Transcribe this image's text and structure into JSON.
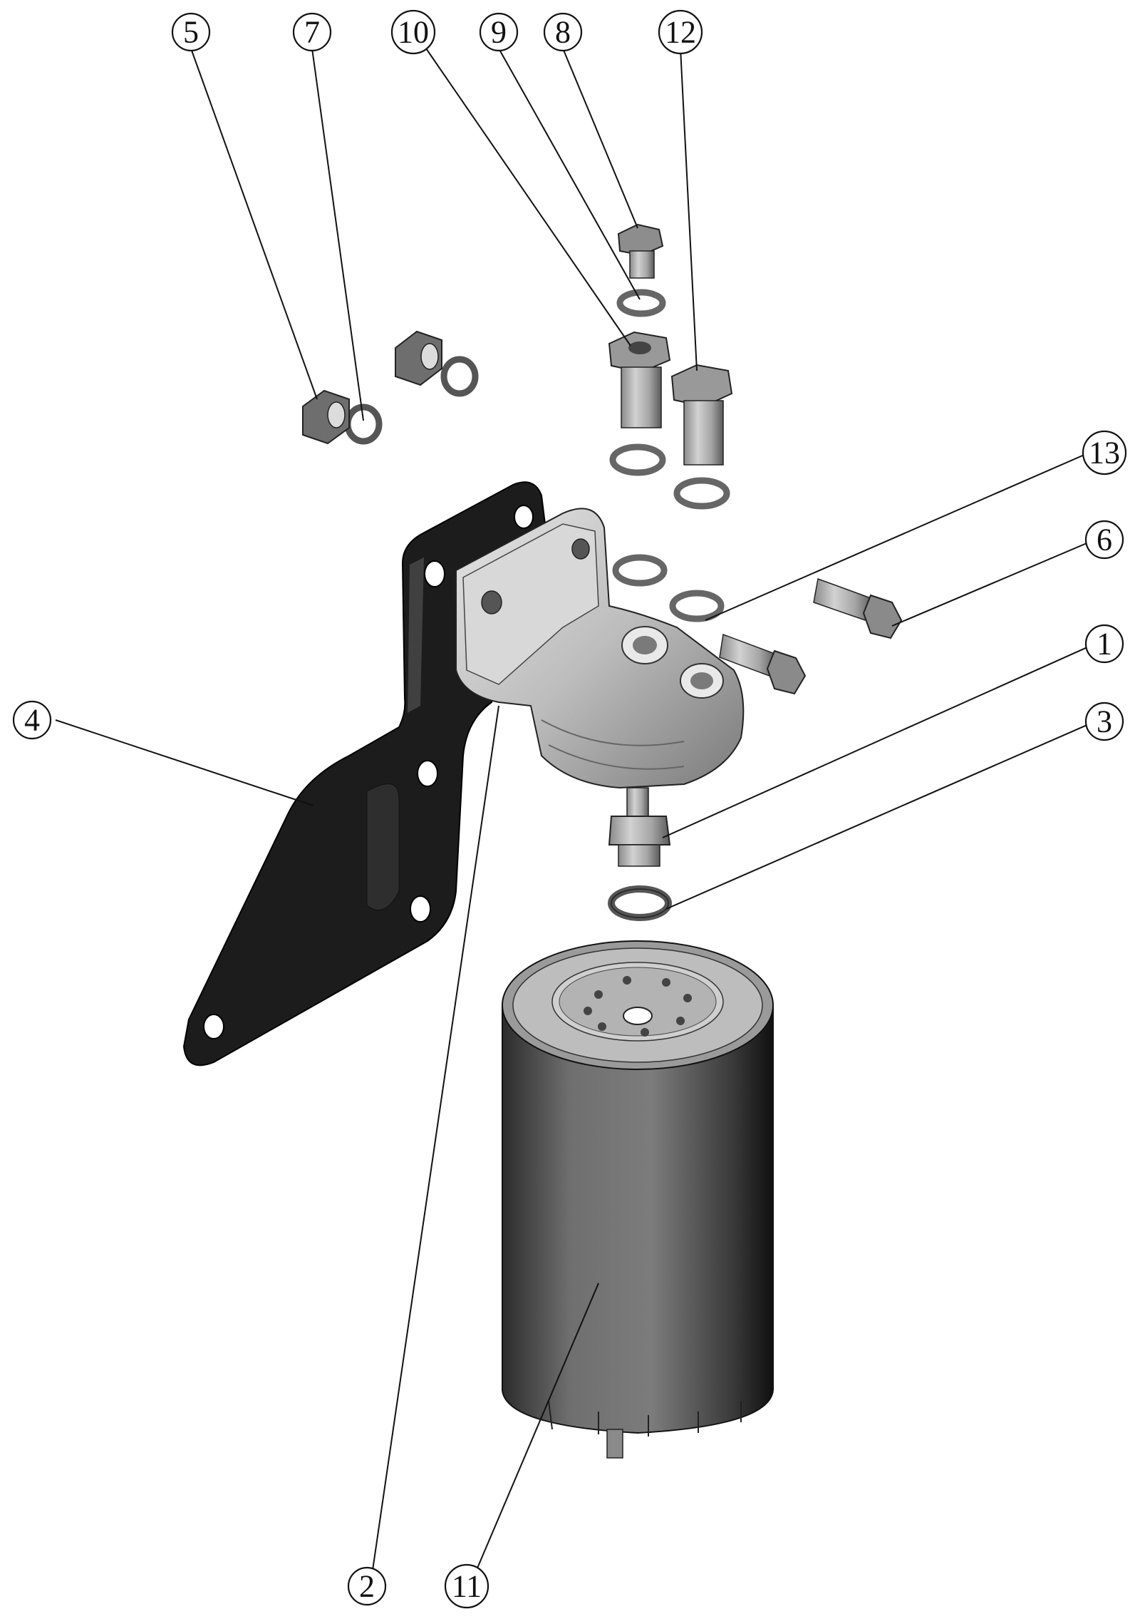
{
  "diagram": {
    "type": "exploded-assembly",
    "callouts": [
      {
        "id": "c5",
        "label": "5"
      },
      {
        "id": "c7",
        "label": "7"
      },
      {
        "id": "c10",
        "label": "10"
      },
      {
        "id": "c9",
        "label": "9"
      },
      {
        "id": "c8",
        "label": "8"
      },
      {
        "id": "c12",
        "label": "12"
      },
      {
        "id": "c13",
        "label": "13"
      },
      {
        "id": "c6",
        "label": "6"
      },
      {
        "id": "c1",
        "label": "1"
      },
      {
        "id": "c3",
        "label": "3"
      },
      {
        "id": "c4",
        "label": "4"
      },
      {
        "id": "c2",
        "label": "2"
      },
      {
        "id": "c11",
        "label": "11"
      }
    ],
    "colors": {
      "bracket": "#1b1b1b",
      "metal_light": "#b9b9b9",
      "metal_mid": "#8e8e8e",
      "metal_dark": "#4a4a4a",
      "canister": "#6a6a6a",
      "line": "#111111"
    }
  }
}
